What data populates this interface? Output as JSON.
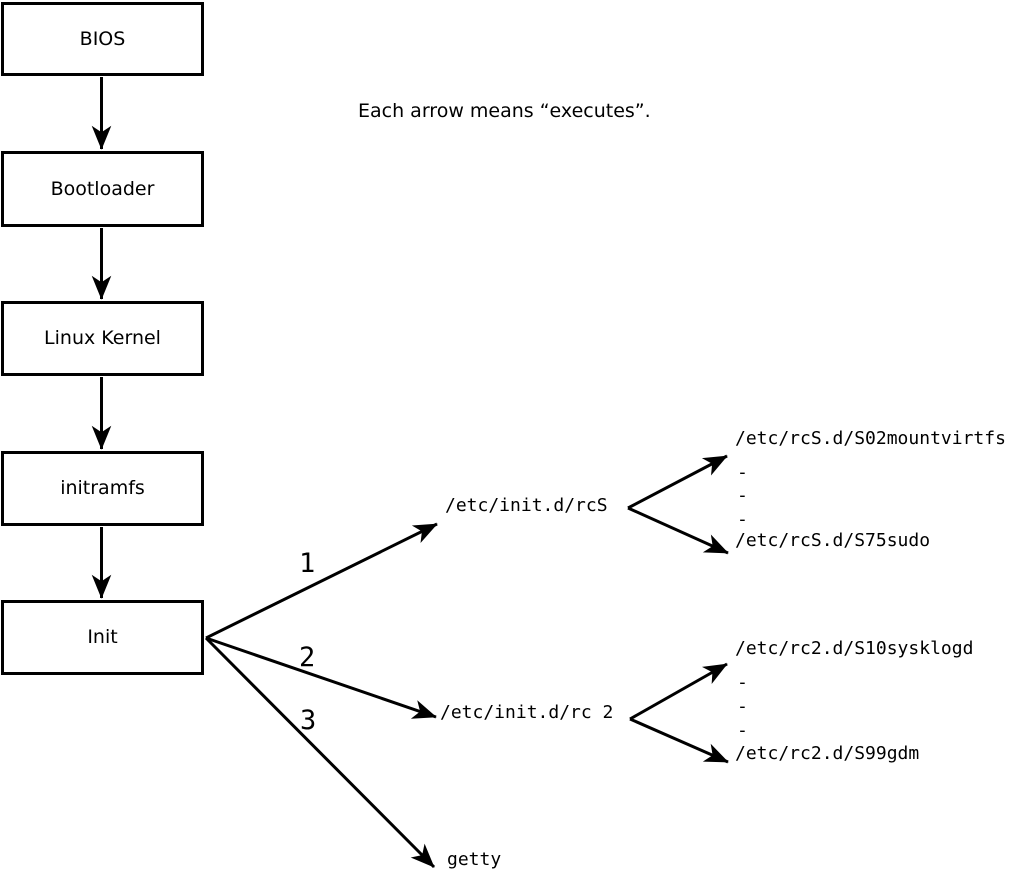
{
  "diagram": {
    "note": "Each arrow means “executes”.",
    "boot_chain": [
      {
        "label": "BIOS"
      },
      {
        "label": "Bootloader"
      },
      {
        "label": "Linux Kernel"
      },
      {
        "label": "initramfs"
      },
      {
        "label": "Init"
      }
    ],
    "branches": [
      {
        "number": "1",
        "target": "/etc/init.d/rcS",
        "children": [
          "/etc/rcS.d/S02mountvirtfs",
          "-",
          "-",
          "-",
          "/etc/rcS.d/S75sudo"
        ]
      },
      {
        "number": "2",
        "target": "/etc/init.d/rc 2",
        "children": [
          "/etc/rc2.d/S10sysklogd",
          "-",
          "-",
          "-",
          "/etc/rc2.d/S99gdm"
        ]
      },
      {
        "number": "3",
        "target": "getty",
        "children": []
      }
    ],
    "colors": {
      "line": "#000000",
      "background": "#ffffff"
    }
  }
}
